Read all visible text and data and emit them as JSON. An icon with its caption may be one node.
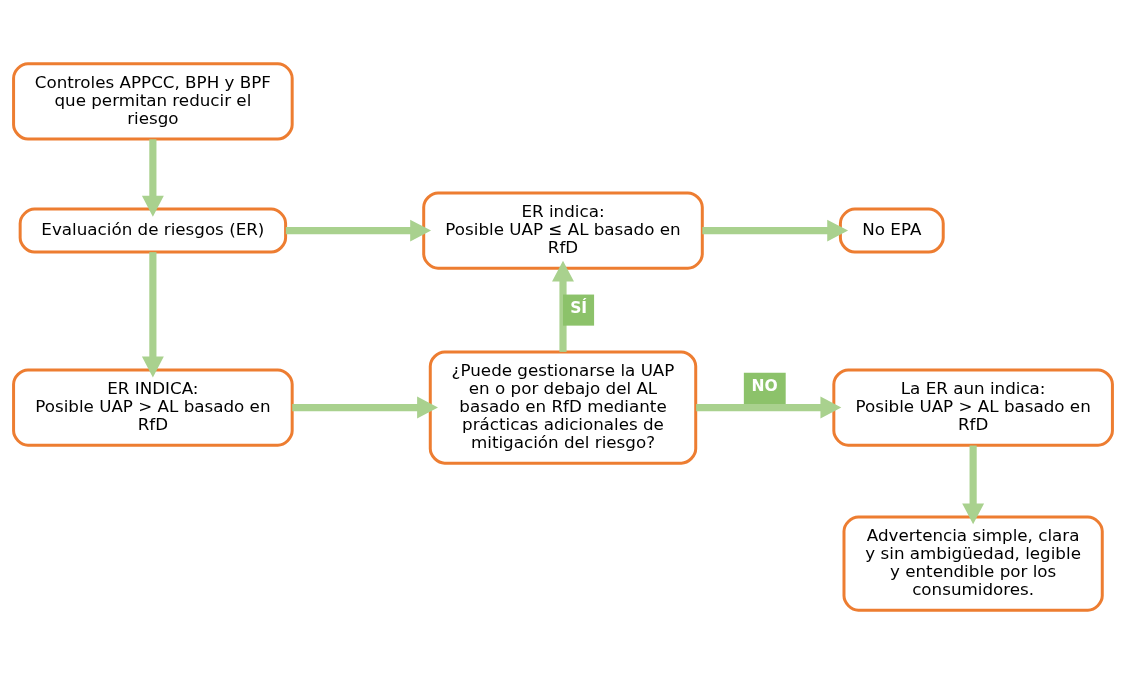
{
  "diagram": {
    "nodes": [
      {
        "text": [
          "Controles APPCC, BPH y BPF que permitan reducir el riesgo"
        ]
      },
      {
        "text": [
          "Evaluación de riesgos (ER)"
        ]
      },
      {
        "text": [
          "ER indica:",
          "Posible UAP ≤ AL basado en RfD"
        ]
      },
      {
        "text": [
          "No EPA"
        ]
      },
      {
        "text": [
          "ER INDICA:",
          "Posible UAP > AL basado en RfD"
        ]
      },
      {
        "text": [
          "¿Puede gestionarse la UAP en o por debajo del AL basado en RfD mediante prácticas adicionales de mitigación del riesgo?"
        ]
      },
      {
        "text": [
          "La ER aun indica:",
          "Posible UAP > AL basado en RfD"
        ]
      },
      {
        "text": [
          "Advertencia simple, clara y sin ambigüedad, legible y entendible por los consumidores."
        ]
      }
    ],
    "edges": [
      {
        "from": 0,
        "to": 1,
        "arrow": "to"
      },
      {
        "from": 1,
        "to": 2,
        "arrow": "to"
      },
      {
        "from": 2,
        "to": 3,
        "arrow": "to"
      },
      {
        "from": 1,
        "to": 4,
        "arrow": "to"
      },
      {
        "from": 4,
        "to": 5,
        "arrow": "to"
      },
      {
        "from": 5,
        "to": 2,
        "arrow": "to",
        "label": "SÍ"
      },
      {
        "from": 5,
        "to": 6,
        "arrow": "to",
        "label": "NO"
      },
      {
        "from": 6,
        "to": 7,
        "arrow": "to"
      }
    ]
  }
}
